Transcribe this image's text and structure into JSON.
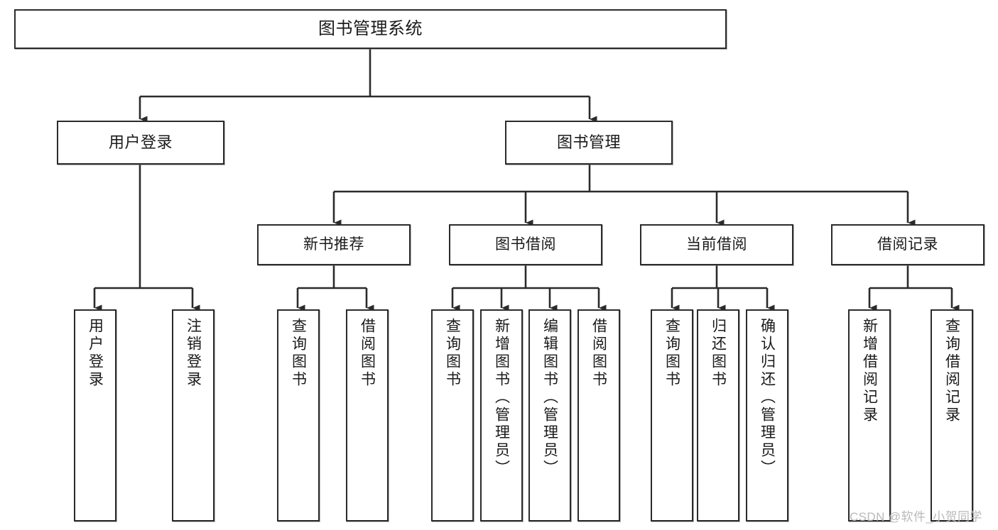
{
  "diagram": {
    "title": "图书管理系统",
    "type": "tree-hierarchy-chart",
    "orientation": "top-down",
    "colors": {
      "box_border": "#2b2b2b",
      "box_fill": "#ffffff",
      "connector": "#2b2b2b",
      "text": "#1a1a1a",
      "watermark": "#b9b9b9"
    },
    "root": {
      "id": "root",
      "label": "图书管理系统",
      "text_orientation": "horizontal"
    },
    "level2": [
      {
        "id": "user-login",
        "label": "用户登录",
        "text_orientation": "horizontal"
      },
      {
        "id": "book-manage",
        "label": "图书管理",
        "text_orientation": "horizontal"
      }
    ],
    "level3": [
      {
        "id": "new-book-recommend",
        "label": "新书推荐",
        "parent": "book-manage",
        "text_orientation": "horizontal"
      },
      {
        "id": "book-borrow",
        "label": "图书借阅",
        "parent": "book-manage",
        "text_orientation": "horizontal"
      },
      {
        "id": "current-borrow",
        "label": "当前借阅",
        "parent": "book-manage",
        "text_orientation": "horizontal"
      },
      {
        "id": "borrow-record",
        "label": "借阅记录",
        "parent": "book-manage",
        "text_orientation": "horizontal"
      }
    ],
    "leaves": [
      {
        "id": "leaf-user-login",
        "label": "用户登录",
        "parent": "user-login",
        "text_orientation": "vertical"
      },
      {
        "id": "leaf-logout-login",
        "label": "注销登录",
        "parent": "user-login",
        "text_orientation": "vertical"
      },
      {
        "id": "leaf-query-book-1",
        "label": "查询图书",
        "parent": "new-book-recommend",
        "text_orientation": "vertical"
      },
      {
        "id": "leaf-borrow-book-1",
        "label": "借阅图书",
        "parent": "new-book-recommend",
        "text_orientation": "vertical"
      },
      {
        "id": "leaf-query-book-2",
        "label": "查询图书",
        "parent": "book-borrow",
        "text_orientation": "vertical"
      },
      {
        "id": "leaf-add-book-admin",
        "label": "新增图书（管理员）",
        "parent": "book-borrow",
        "text_orientation": "vertical"
      },
      {
        "id": "leaf-edit-book-admin",
        "label": "编辑图书（管理员）",
        "parent": "book-borrow",
        "text_orientation": "vertical"
      },
      {
        "id": "leaf-borrow-book-2",
        "label": "借阅图书",
        "parent": "book-borrow",
        "text_orientation": "vertical"
      },
      {
        "id": "leaf-query-book-3",
        "label": "查询图书",
        "parent": "current-borrow",
        "text_orientation": "vertical"
      },
      {
        "id": "leaf-return-book",
        "label": "归还图书",
        "parent": "current-borrow",
        "text_orientation": "vertical"
      },
      {
        "id": "leaf-confirm-return-admin",
        "label": "确认归还（管理员）",
        "parent": "current-borrow",
        "text_orientation": "vertical"
      },
      {
        "id": "leaf-add-borrow-record",
        "label": "新增借阅记录",
        "parent": "borrow-record",
        "text_orientation": "vertical"
      },
      {
        "id": "leaf-query-borrow-record",
        "label": "查询借阅记录",
        "parent": "borrow-record",
        "text_orientation": "vertical"
      }
    ]
  },
  "watermark": {
    "text": "CSDN @软件_小贺同学"
  }
}
